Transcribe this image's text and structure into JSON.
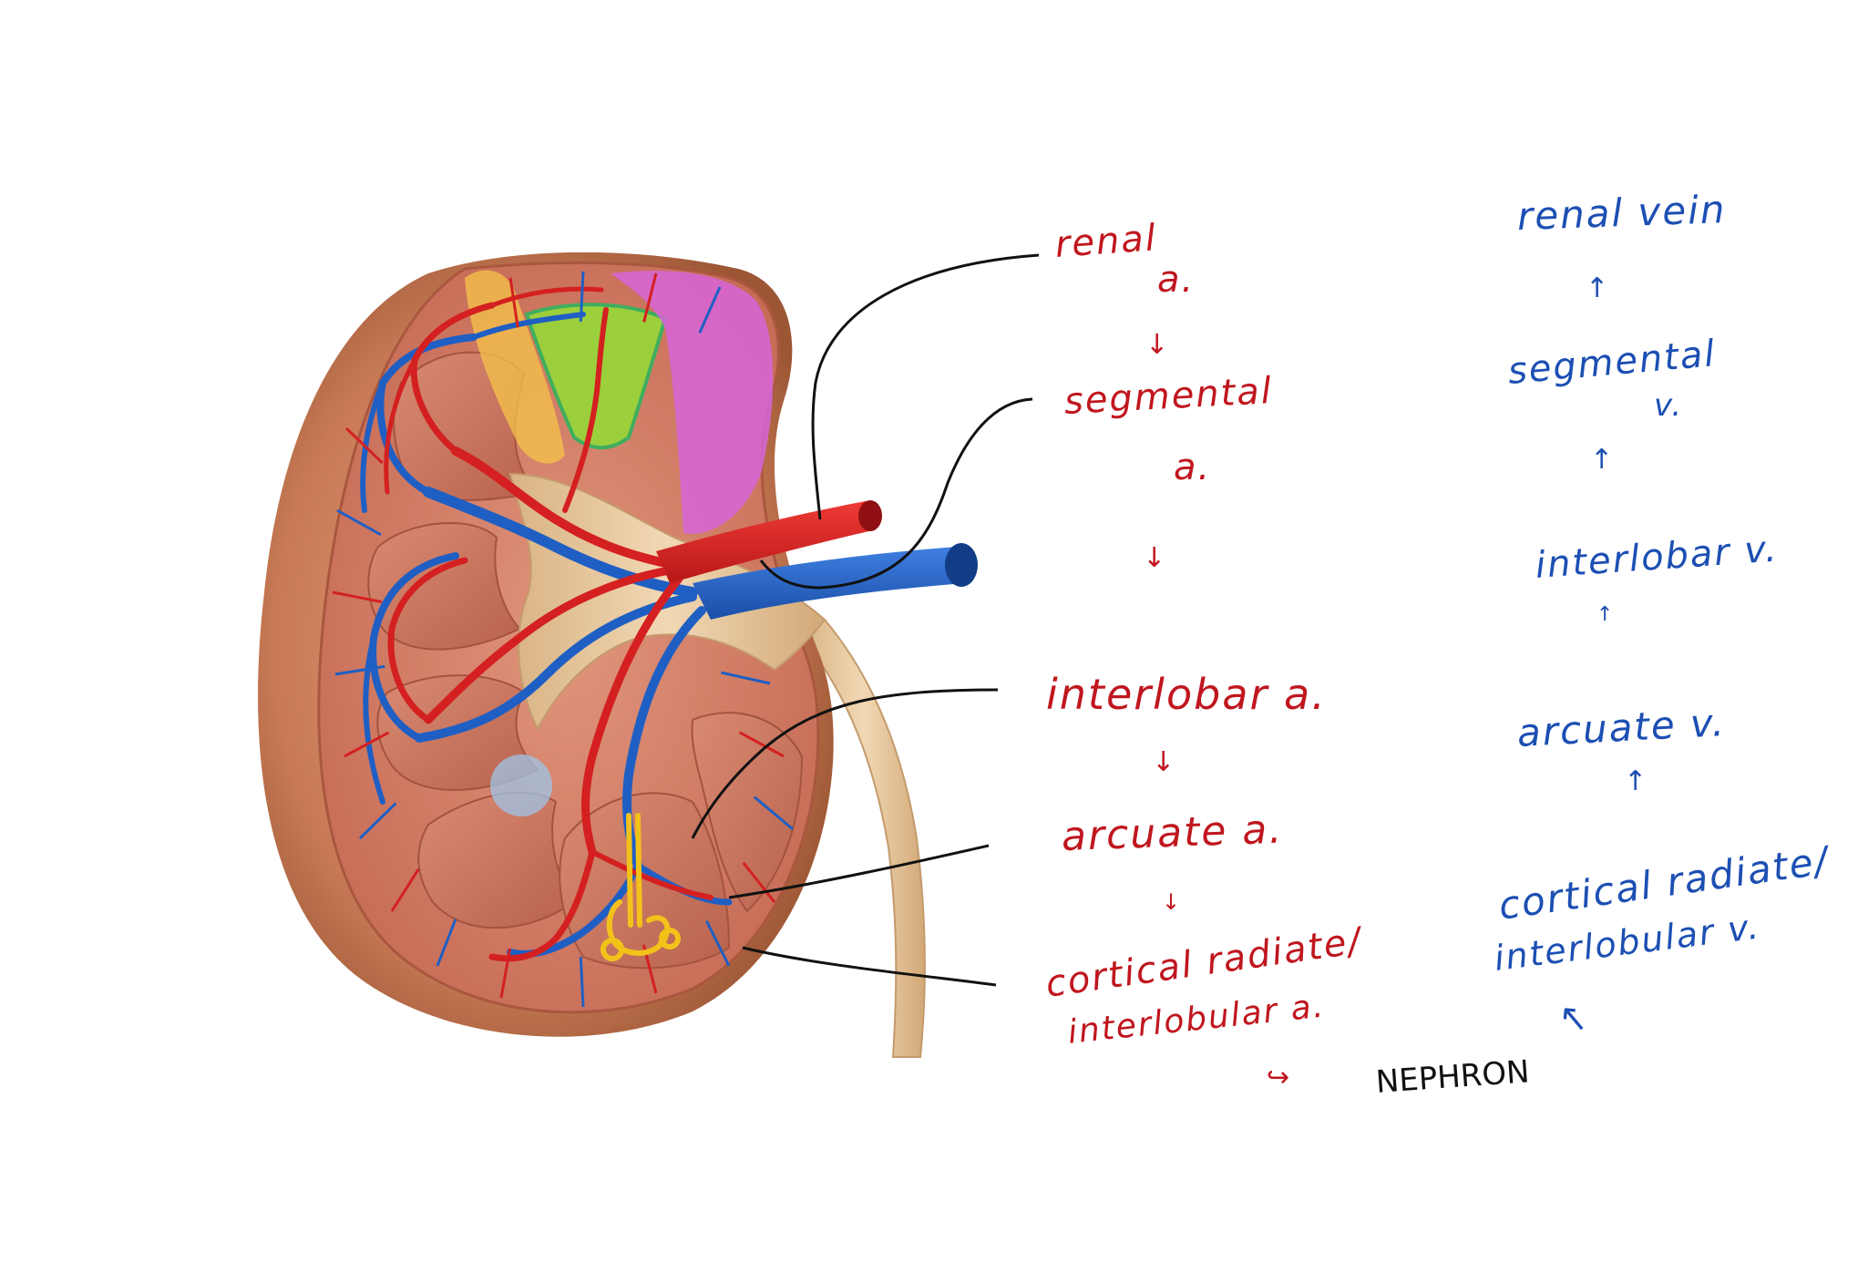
{
  "colors": {
    "artery": "#d42020",
    "vein": "#1f5fc4",
    "artery_text": "#c0161e",
    "vein_text": "#1c4fb3",
    "leader": "#111111",
    "capsule": "#c77a55",
    "cortex": "#cf7a62",
    "pyramid": "#c8755e",
    "pelvis": "#e6c9a0",
    "nephron": "#f2c21b",
    "highlight_yellow": "#f6c44a",
    "highlight_green": "#9ccf3c",
    "highlight_magenta": "#d765d9"
  },
  "arterial_path": {
    "renal_a": "renal",
    "renal_a_suffix": "a.",
    "segmental_a": "segmental",
    "segmental_a_suffix": "a.",
    "interlobar_a": "interlobar a.",
    "arcuate_a": "arcuate a.",
    "cortical_radiate_a_line1": "cortical radiate/",
    "cortical_radiate_a_line2": "interlobular a.",
    "arrow_down": "↓",
    "arrow_curve": "↪"
  },
  "nephron_label": "NEPHRON",
  "venous_path": {
    "renal_vein": "renal vein",
    "segmental_v": "segmental",
    "segmental_v_suffix": "v.",
    "interlobar_v": "interlobar v.",
    "arcuate_v": "arcuate v.",
    "cortical_radiate_v_line1": "cortical radiate/",
    "cortical_radiate_v_line2": "interlobular v.",
    "arrow_up": "↑"
  }
}
